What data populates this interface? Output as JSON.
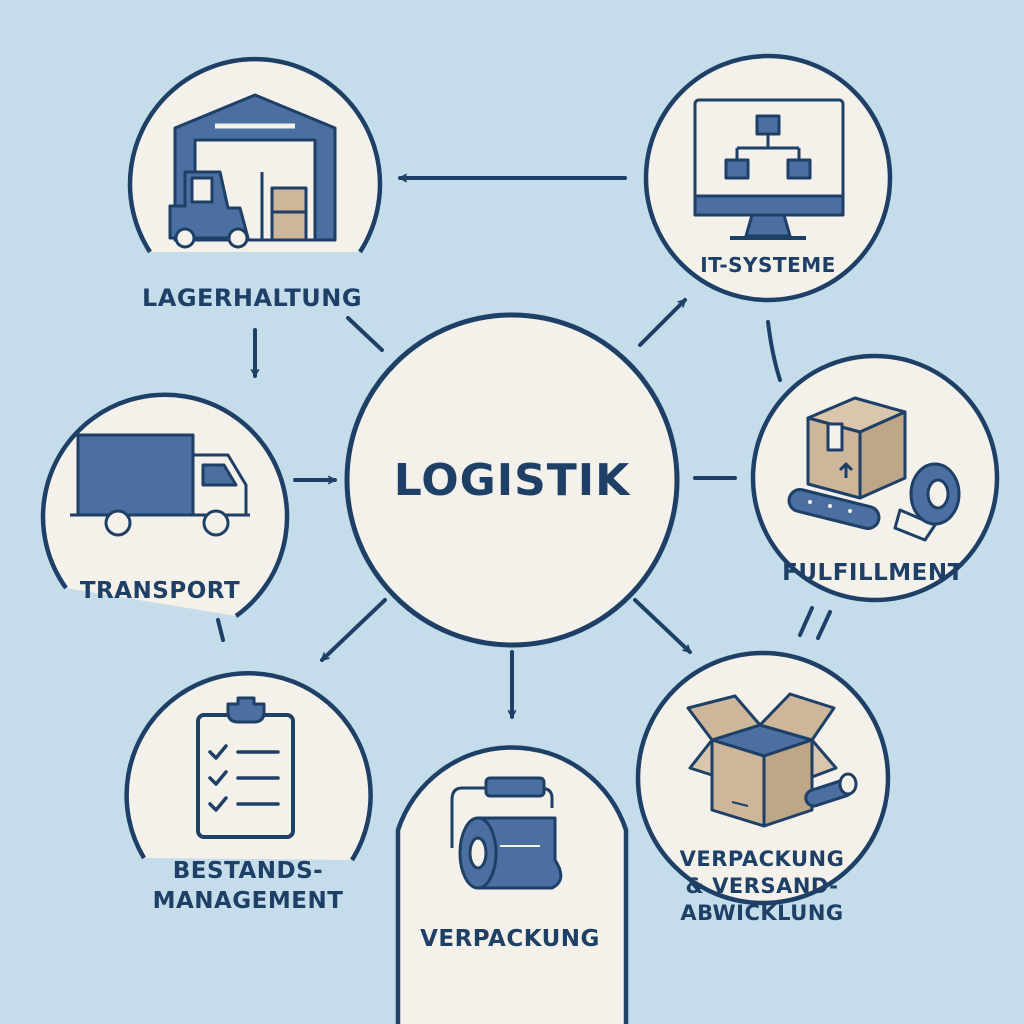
{
  "center": {
    "label": "LOGISTIK"
  },
  "nodes": {
    "lagerhaltung": {
      "label": "LAGERHALTUNG",
      "icon": "warehouse-forklift-icon"
    },
    "it_systeme": {
      "label": "IT-SYSTEME",
      "icon": "computer-network-icon"
    },
    "transport": {
      "label": "TRANSPORT",
      "icon": "truck-icon"
    },
    "fulfillment": {
      "label": "FULFILLMENT",
      "icon": "package-conveyor-icon"
    },
    "bestandsmanagement": {
      "label_line1": "BESTANDS-",
      "label_line2": "MANAGEMENT",
      "icon": "checklist-clipboard-icon"
    },
    "verpackung": {
      "label": "VERPACKUNG",
      "icon": "wrap-roll-icon"
    },
    "verpackung_versand": {
      "label_line1": "VERPACKUNG",
      "label_line2": "& VERSAND-",
      "label_line3": "ABWICKLUNG",
      "icon": "open-box-tape-icon"
    }
  },
  "colors": {
    "background": "#c5dcea",
    "circle_fill": "#f3f1ea",
    "stroke": "#1e3f66",
    "icon_blue": "#4a6fa0",
    "icon_tan": "#cdb69a"
  }
}
